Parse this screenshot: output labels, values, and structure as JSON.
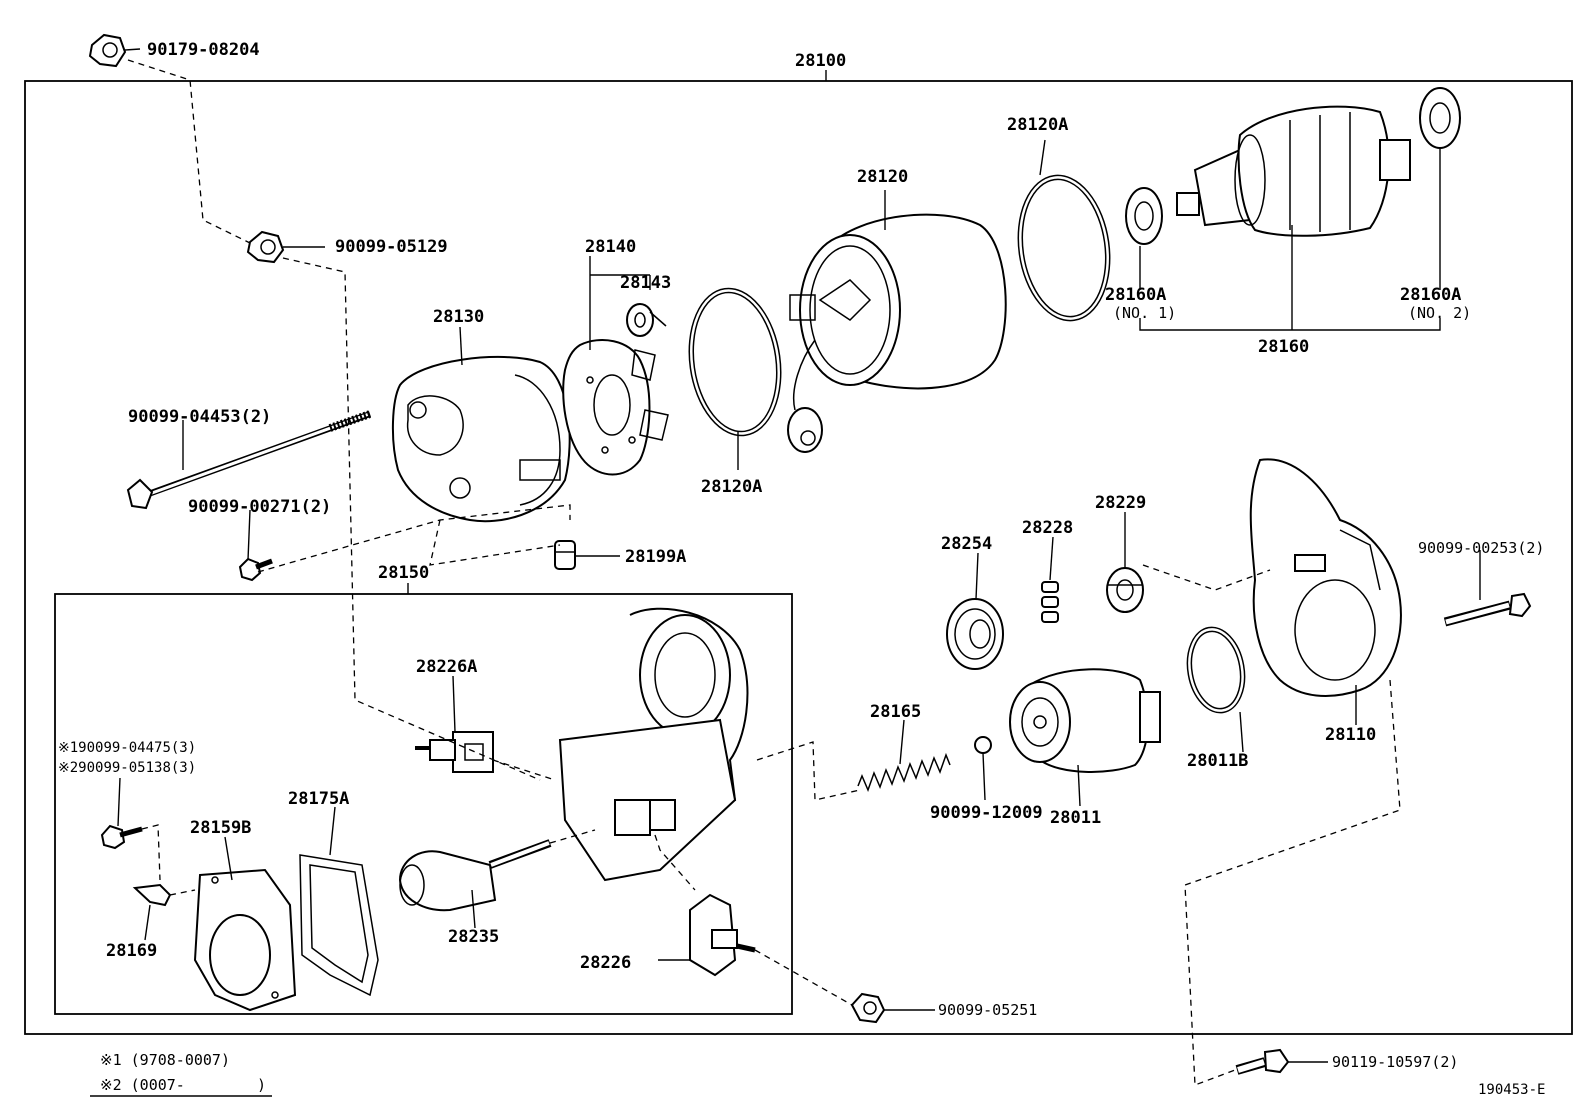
{
  "labels": {
    "p90179_08204": "90179-08204",
    "p28100": "28100",
    "p90099_05129": "90099-05129",
    "p28120A_top": "28120A",
    "p28120": "28120",
    "p28140": "28140",
    "p28143": "28143",
    "p28130": "28130",
    "p28160A_no1": "28160A",
    "p28160A_no1_sub": "(NO. 1)",
    "p28160A_no2": "28160A",
    "p28160A_no2_sub": "(NO. 2)",
    "p28160": "28160",
    "p90099_04453": "90099-04453(2)",
    "p90099_00271": "90099-00271(2)",
    "p28120A_bottom": "28120A",
    "p28199A": "28199A",
    "p28150": "28150",
    "p28229": "28229",
    "p28228": "28228",
    "p28254": "28254",
    "p90099_00253": "90099-00253(2)",
    "p28226A": "28226A",
    "p28165": "28165",
    "p28110": "28110",
    "p28011B": "28011B",
    "p90099_04475": "※190099-04475(3)",
    "p90099_05138": "※290099-05138(3)",
    "p90099_12009": "90099-12009",
    "p28011": "28011",
    "p28175A": "28175A",
    "p28159B": "28159B",
    "p28235": "28235",
    "p28169": "28169",
    "p28226": "28226",
    "p90099_05251": "90099-05251",
    "p90119_10597": "90119-10597(2)"
  },
  "footnotes": {
    "note1": "※1 (9708-0007)",
    "note2": "※2 (0007-        )"
  },
  "ref_code": "190453-E"
}
